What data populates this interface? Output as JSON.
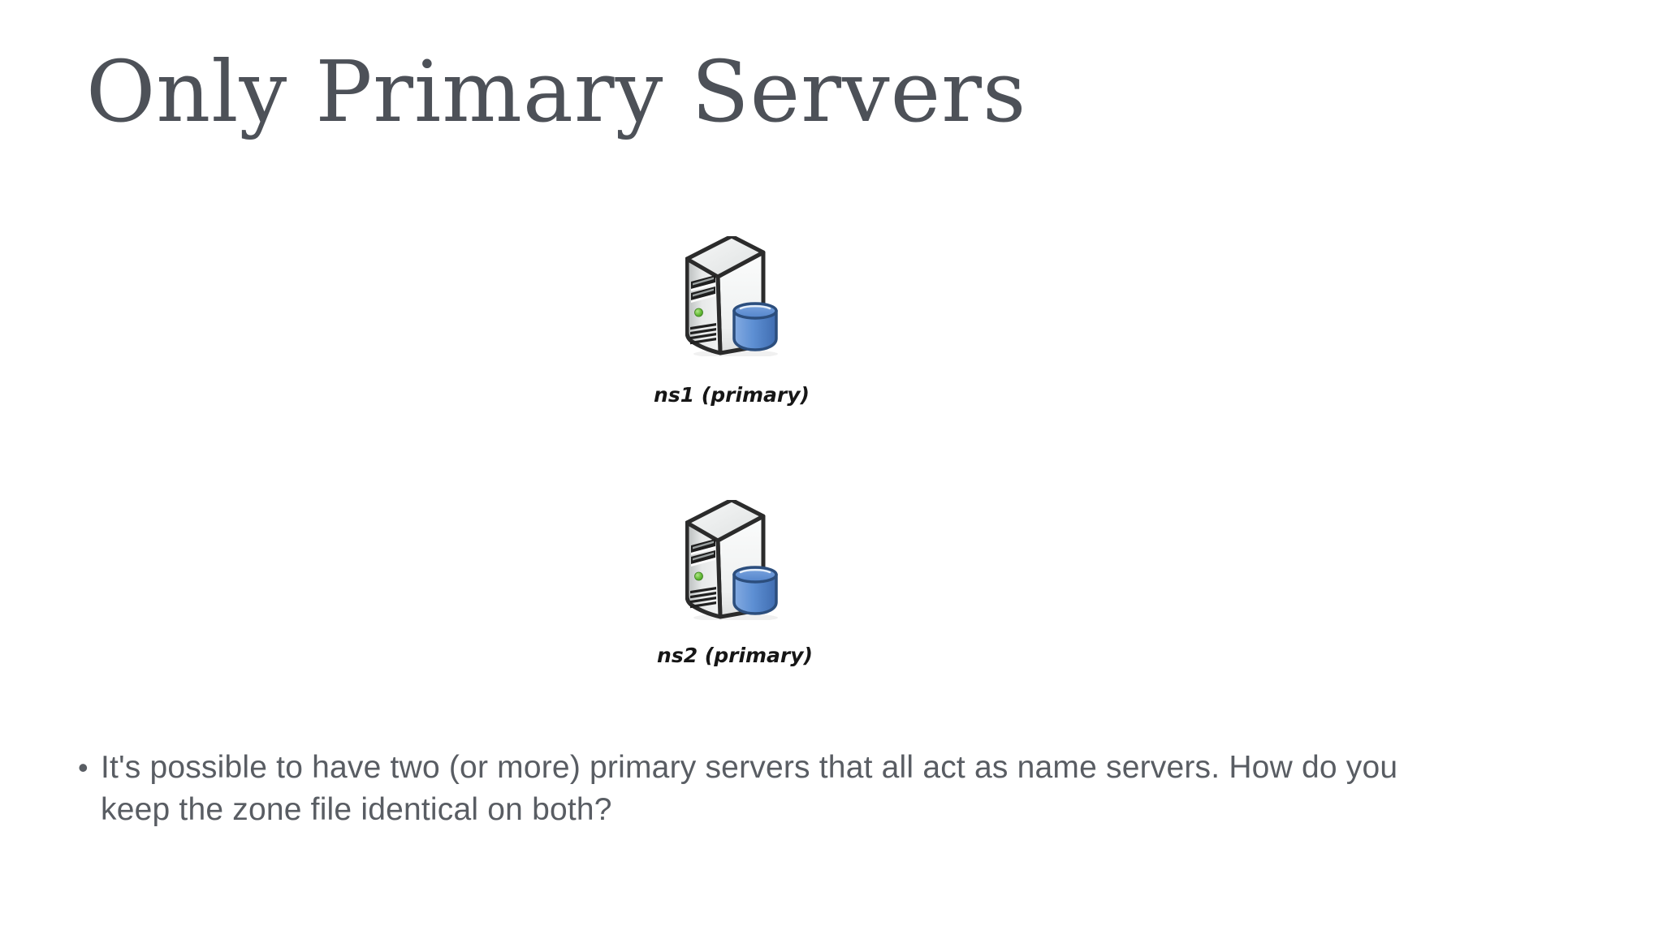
{
  "slide": {
    "title": "Only Primary Servers",
    "colors": {
      "background": "#ffffff",
      "title_text": "#4d5158",
      "body_text": "#595d63",
      "label_text": "#161616"
    }
  },
  "diagram": {
    "servers": [
      {
        "icon": "server-database-icon",
        "label": "ns1 (primary)"
      },
      {
        "icon": "server-database-icon",
        "label": "ns2 (primary)"
      }
    ],
    "icon_colors": {
      "outline": "#2b2b2b",
      "tower_light": "#f6f7f7",
      "tower_shade": "#c6caca",
      "slot_dark": "#1f1f1f",
      "led_green": "#5cb832",
      "database_blue": "#5d8fd3",
      "database_outline": "#2c4e7d"
    }
  },
  "bullet": {
    "marker": "•",
    "text": "It's possible to have two (or more) primary servers that all act as name servers. How do you keep the zone file identical on both?",
    "lines": [
      "It's possible to have two (or more) primary servers that all act as name servers. How do you",
      "keep the zone file identical on both?"
    ]
  }
}
